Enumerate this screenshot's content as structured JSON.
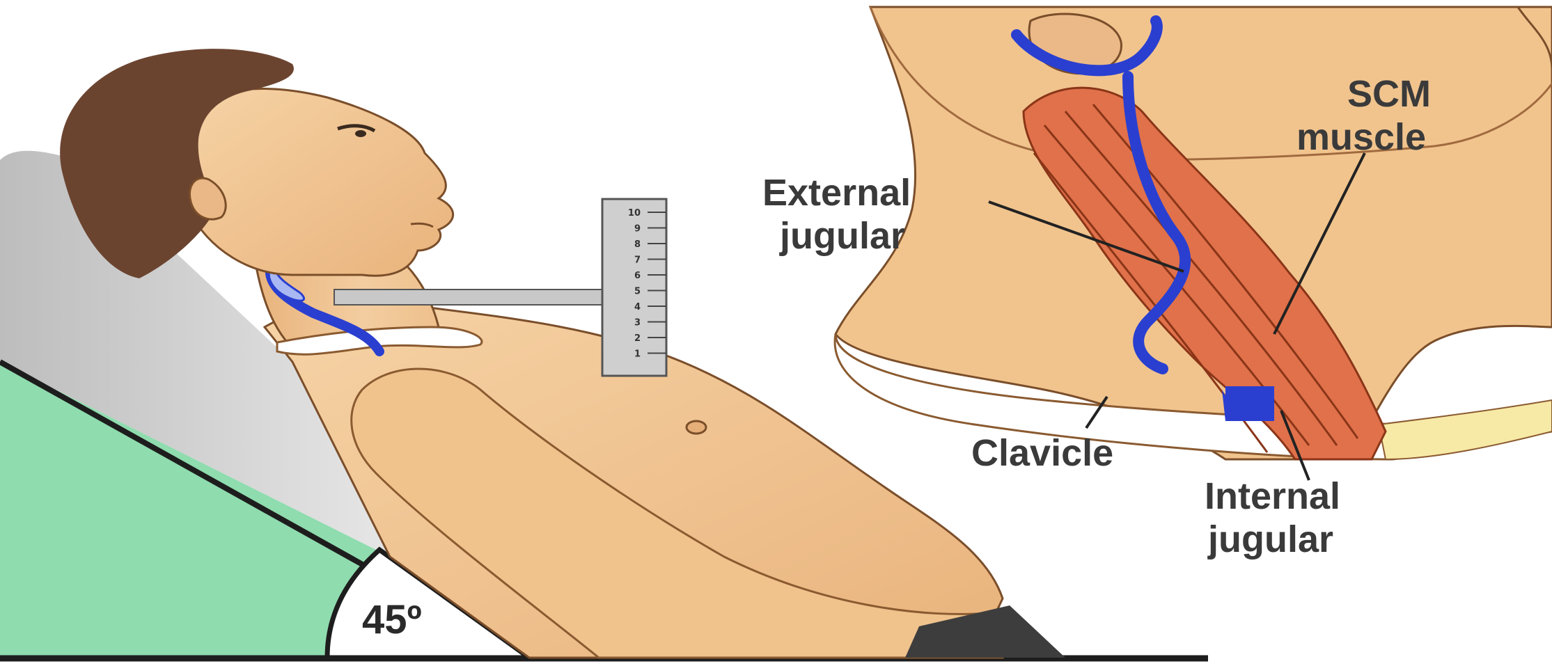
{
  "angle_label": "45º",
  "ruler": {
    "ticks": [
      "10",
      "9",
      "8",
      "7",
      "6",
      "5",
      "4",
      "3",
      "2",
      "1"
    ]
  },
  "labels": {
    "external_jugular": [
      "External",
      "jugular"
    ],
    "scm_muscle": [
      "SCM",
      "muscle"
    ],
    "clavicle": "Clavicle",
    "internal_jugular": [
      "Internal",
      "jugular"
    ]
  },
  "colors": {
    "skin": "#f1c48e",
    "skin_shadow": "#d9a26a",
    "hair": "#6b4430",
    "vein": "#3b4fd8",
    "muscle": "#e0714a",
    "wedge": "#8fdcae",
    "pillow": "#d8d8d8",
    "ruler": "#c8c8c8"
  }
}
